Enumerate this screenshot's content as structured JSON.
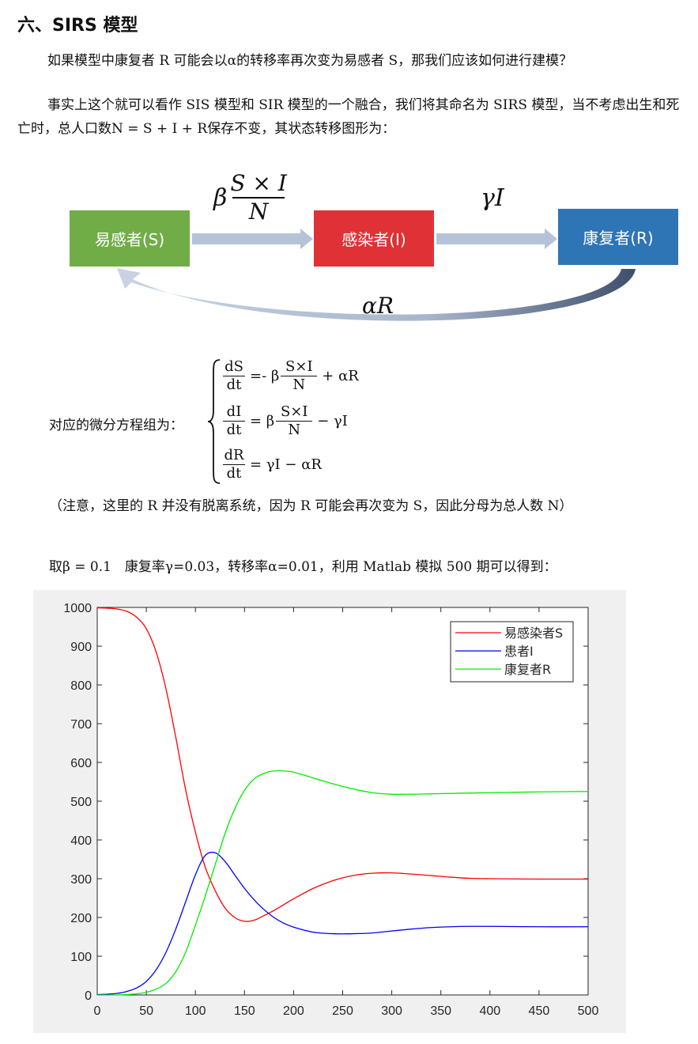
{
  "section_title": "六、SIRS 模型",
  "para1": "如果模型中康复者 R 可能会以α的转移率再次变为易感者 S，那我们应该如何进行建模？",
  "para2": "事实上这个就可以看作 SIS 模型和 SIR 模型的一个融合，我们将其命名为 SIRS 模型，当不考虑出生和死亡时，总人口数N = S + I + R保存不变，其状态转移图形为：",
  "diagram": {
    "box_s": "易感者(S)",
    "box_i": "感染者(I)",
    "box_r": "康复者(R)",
    "rate_beta": "β",
    "rate_num": "S × I",
    "rate_den": "N",
    "rate_gamma": "γI",
    "rate_alpha": "αR"
  },
  "equations": {
    "label": "对应的微分方程组为：",
    "eq1_num": "dS",
    "eq1_den": "dt",
    "eq1_pre": "=- β",
    "eq1_fnum": "S×I",
    "eq1_fden": "N",
    "eq1_post": "+ αR",
    "eq2_num": "dI",
    "eq2_den": "dt",
    "eq2_pre": "= β",
    "eq2_fnum": "S×I",
    "eq2_fden": "N",
    "eq2_post": "− γI",
    "eq3_num": "dR",
    "eq3_den": "dt",
    "eq3_rhs": "= γI − αR"
  },
  "note": "（注意，这里的 R 并没有脱离系统，因为 R 可能会再次变为 S，因此分母为总人数 N）",
  "params": "取β = 0.1　康复率γ=0.03，转移率α=0.01，利用 Matlab 模拟 500 期可以得到：",
  "chart_data": {
    "type": "line",
    "xlim": [
      0,
      500
    ],
    "ylim": [
      0,
      1000
    ],
    "xticks": [
      0,
      50,
      100,
      150,
      200,
      250,
      300,
      350,
      400,
      450,
      500
    ],
    "yticks": [
      0,
      100,
      200,
      300,
      400,
      500,
      600,
      700,
      800,
      900,
      1000
    ],
    "legend": "top-right",
    "grid": false,
    "series": [
      {
        "name": "易感染者S",
        "color": "#ff0000",
        "x": [
          0,
          10,
          20,
          30,
          40,
          50,
          60,
          70,
          80,
          90,
          100,
          110,
          120,
          130,
          140,
          150,
          160,
          170,
          180,
          190,
          200,
          220,
          240,
          260,
          280,
          300,
          320,
          340,
          360,
          380,
          400,
          450,
          500
        ],
        "y": [
          999,
          998,
          996,
          990,
          975,
          945,
          885,
          790,
          665,
          530,
          420,
          330,
          270,
          225,
          200,
          190,
          193,
          205,
          218,
          233,
          248,
          275,
          295,
          308,
          314,
          315,
          312,
          308,
          304,
          301,
          300,
          299,
          299
        ]
      },
      {
        "name": "患者I",
        "color": "#0000ff",
        "x": [
          0,
          10,
          20,
          30,
          40,
          50,
          60,
          70,
          80,
          90,
          100,
          110,
          120,
          130,
          140,
          150,
          160,
          170,
          180,
          190,
          200,
          220,
          240,
          260,
          280,
          300,
          320,
          340,
          360,
          380,
          400,
          450,
          500
        ],
        "y": [
          1,
          2,
          4,
          9,
          18,
          35,
          65,
          110,
          170,
          240,
          310,
          360,
          367,
          345,
          310,
          275,
          245,
          220,
          200,
          185,
          175,
          162,
          158,
          158,
          160,
          165,
          170,
          174,
          176,
          177,
          177,
          176,
          176
        ]
      },
      {
        "name": "康复者R",
        "color": "#00ee00",
        "x": [
          0,
          10,
          20,
          30,
          40,
          50,
          60,
          70,
          80,
          90,
          100,
          110,
          120,
          130,
          140,
          150,
          160,
          170,
          180,
          190,
          200,
          220,
          240,
          260,
          280,
          300,
          320,
          340,
          360,
          380,
          400,
          450,
          500
        ],
        "y": [
          0,
          0,
          0,
          1,
          3,
          7,
          15,
          30,
          60,
          110,
          180,
          255,
          335,
          415,
          480,
          528,
          558,
          572,
          578,
          578,
          575,
          560,
          545,
          532,
          522,
          518,
          518,
          519,
          520,
          521,
          522,
          524,
          525
        ]
      }
    ]
  }
}
